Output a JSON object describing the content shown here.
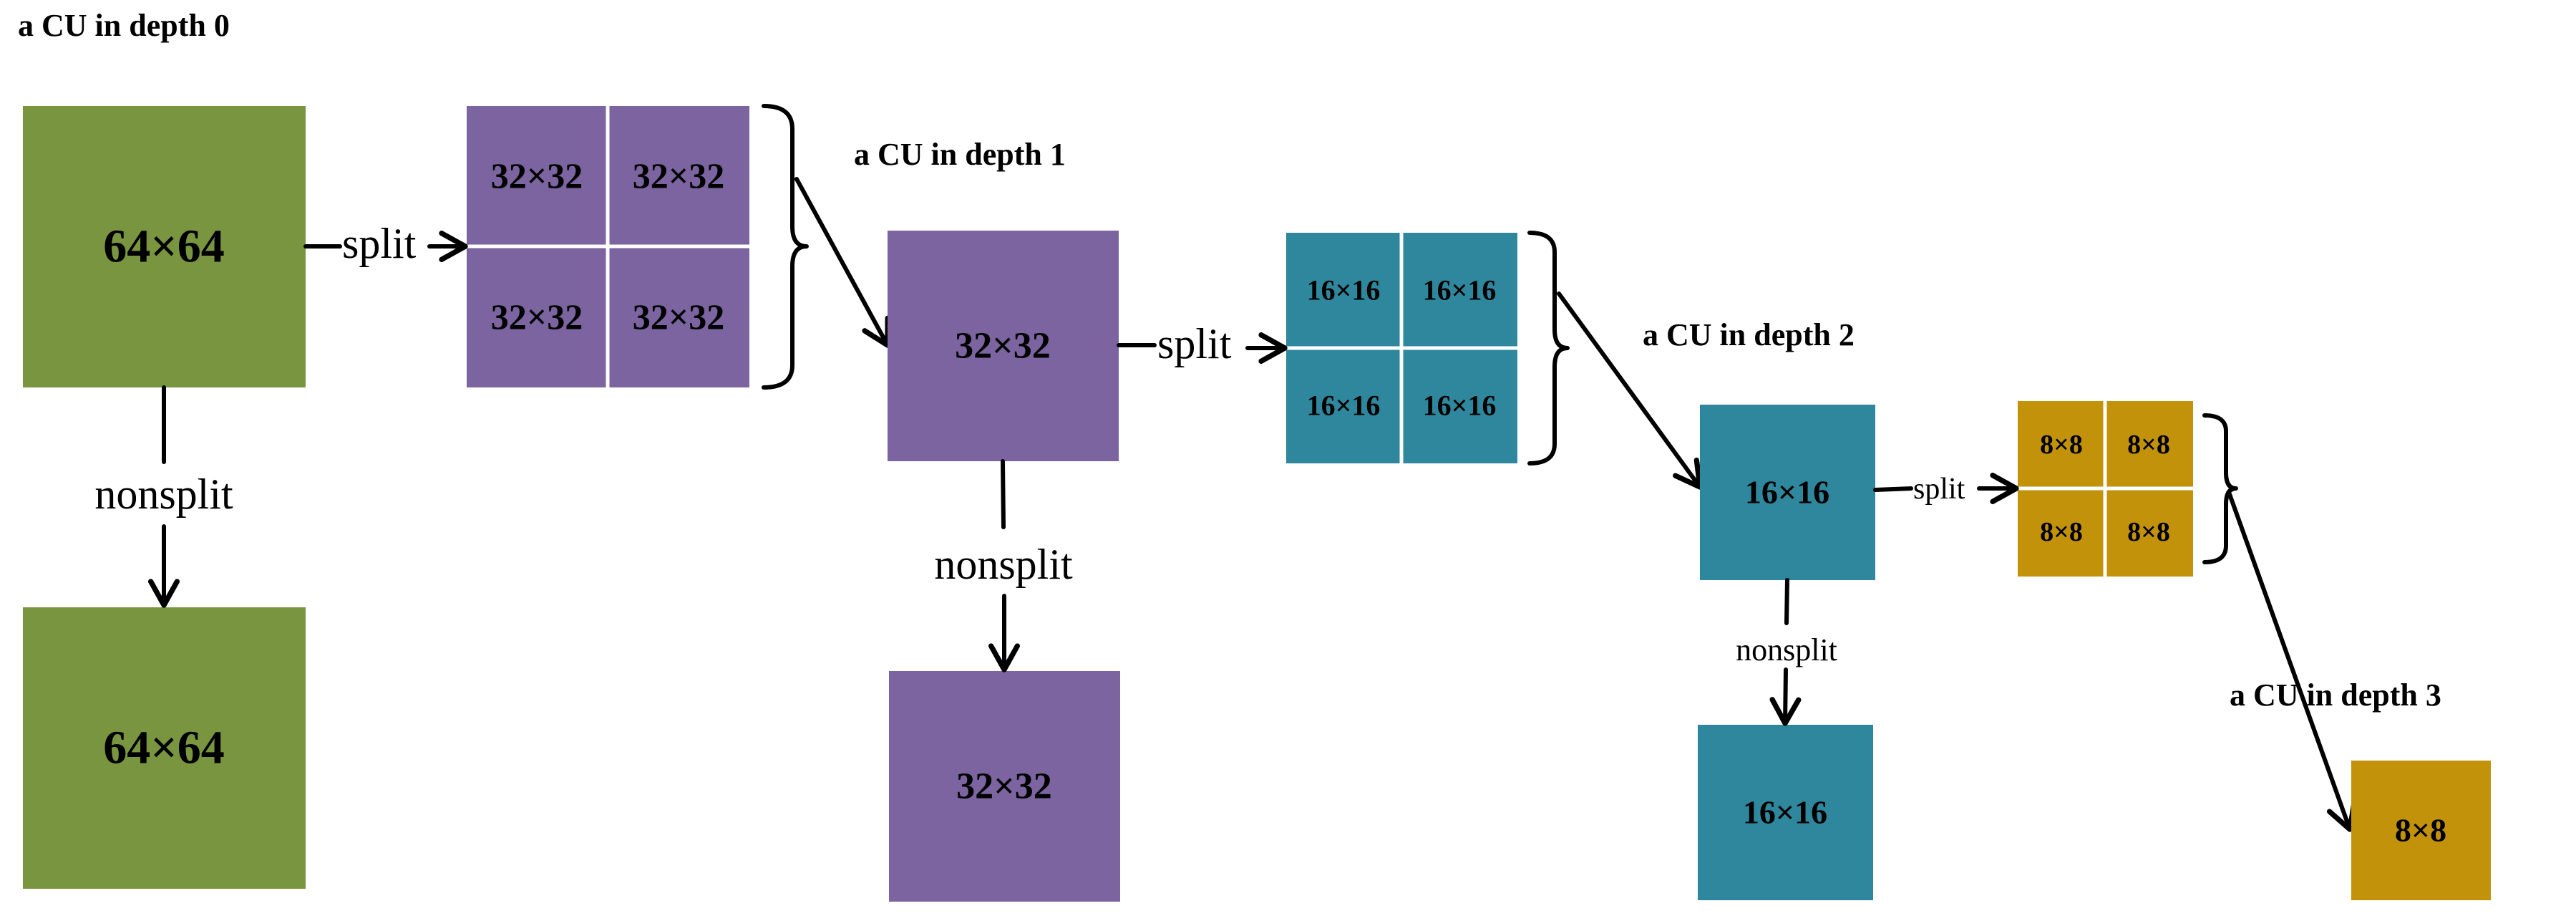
{
  "colors": {
    "depth0": "#799540",
    "depth1": "#7b64a0",
    "depth2": "#2e879c",
    "depth3": "#c3920b",
    "divider": "#ffffff",
    "stroke": "#000000"
  },
  "depth_labels": {
    "d0": "a CU in depth 0",
    "d1": "a CU in depth 1",
    "d2": "a CU in depth 2",
    "d3": "a CU in depth 3"
  },
  "blocks": {
    "d0_cu": "64×64",
    "d0_nonsplit": "64×64",
    "d0_split": [
      "32×32",
      "32×32",
      "32×32",
      "32×32"
    ],
    "d1_cu": "32×32",
    "d1_nonsplit": "32×32",
    "d1_split": [
      "16×16",
      "16×16",
      "16×16",
      "16×16"
    ],
    "d2_cu": "16×16",
    "d2_nonsplit": "16×16",
    "d2_split": [
      "8×8",
      "8×8",
      "8×8",
      "8×8"
    ],
    "d3_cu": "8×8"
  },
  "edges": {
    "split": "split",
    "nonsplit": "nonsplit"
  },
  "icons": {
    "arrow": "arrow-icon",
    "brace": "right-brace-icon"
  }
}
